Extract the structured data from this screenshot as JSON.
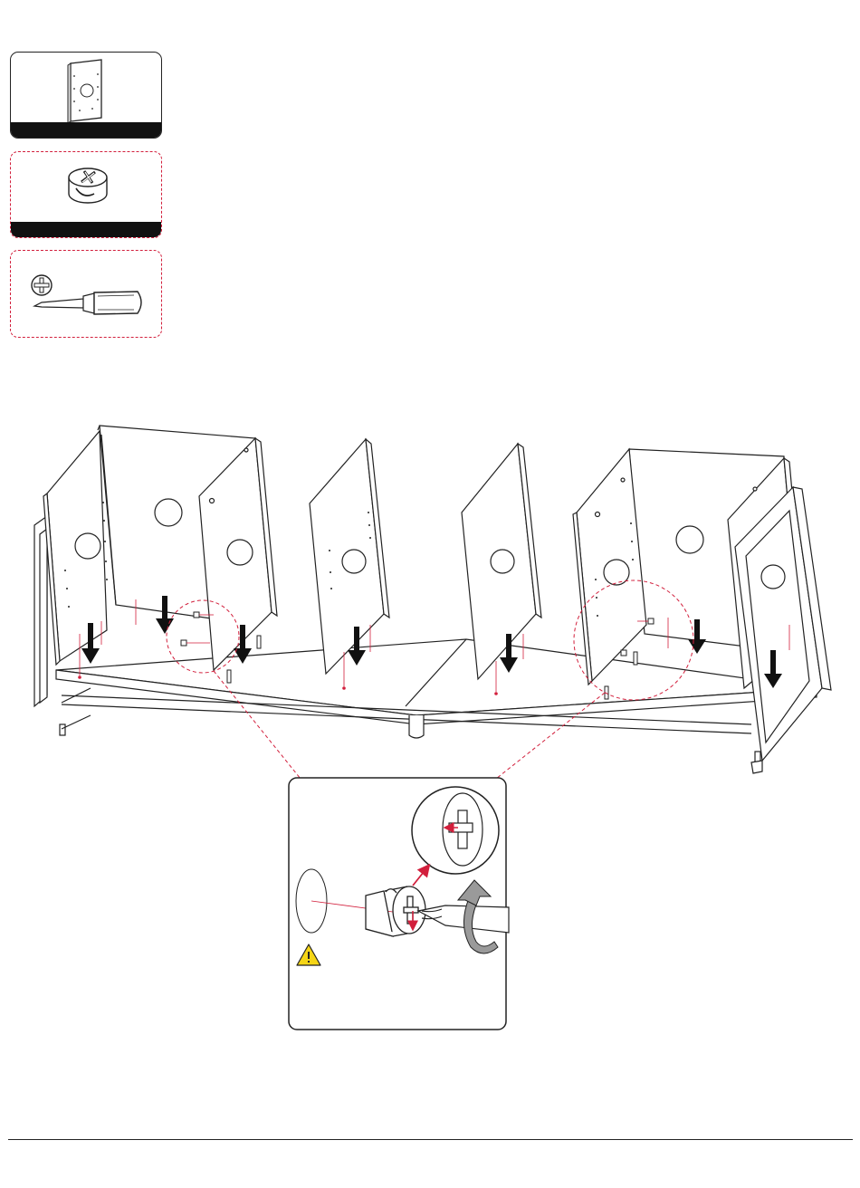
{
  "parts": [
    {
      "id": "panel",
      "icon": "side-panel-icon",
      "border": "solid"
    },
    {
      "id": "cam",
      "icon": "cam-lock-icon",
      "border": "dashed"
    },
    {
      "id": "tool",
      "icon": "phillips-screwdriver-icon",
      "border": "dashed"
    }
  ],
  "colors": {
    "line": "#222222",
    "accent_red": "#d21f3c",
    "arrow_fill": "#111111",
    "rotate_arrow": "#9a9a9a",
    "warning_yellow": "#f5d516"
  },
  "detail": {
    "icons": [
      "cam-lock-close-up-icon",
      "rotation-arrow-icon",
      "warning-icon"
    ]
  }
}
